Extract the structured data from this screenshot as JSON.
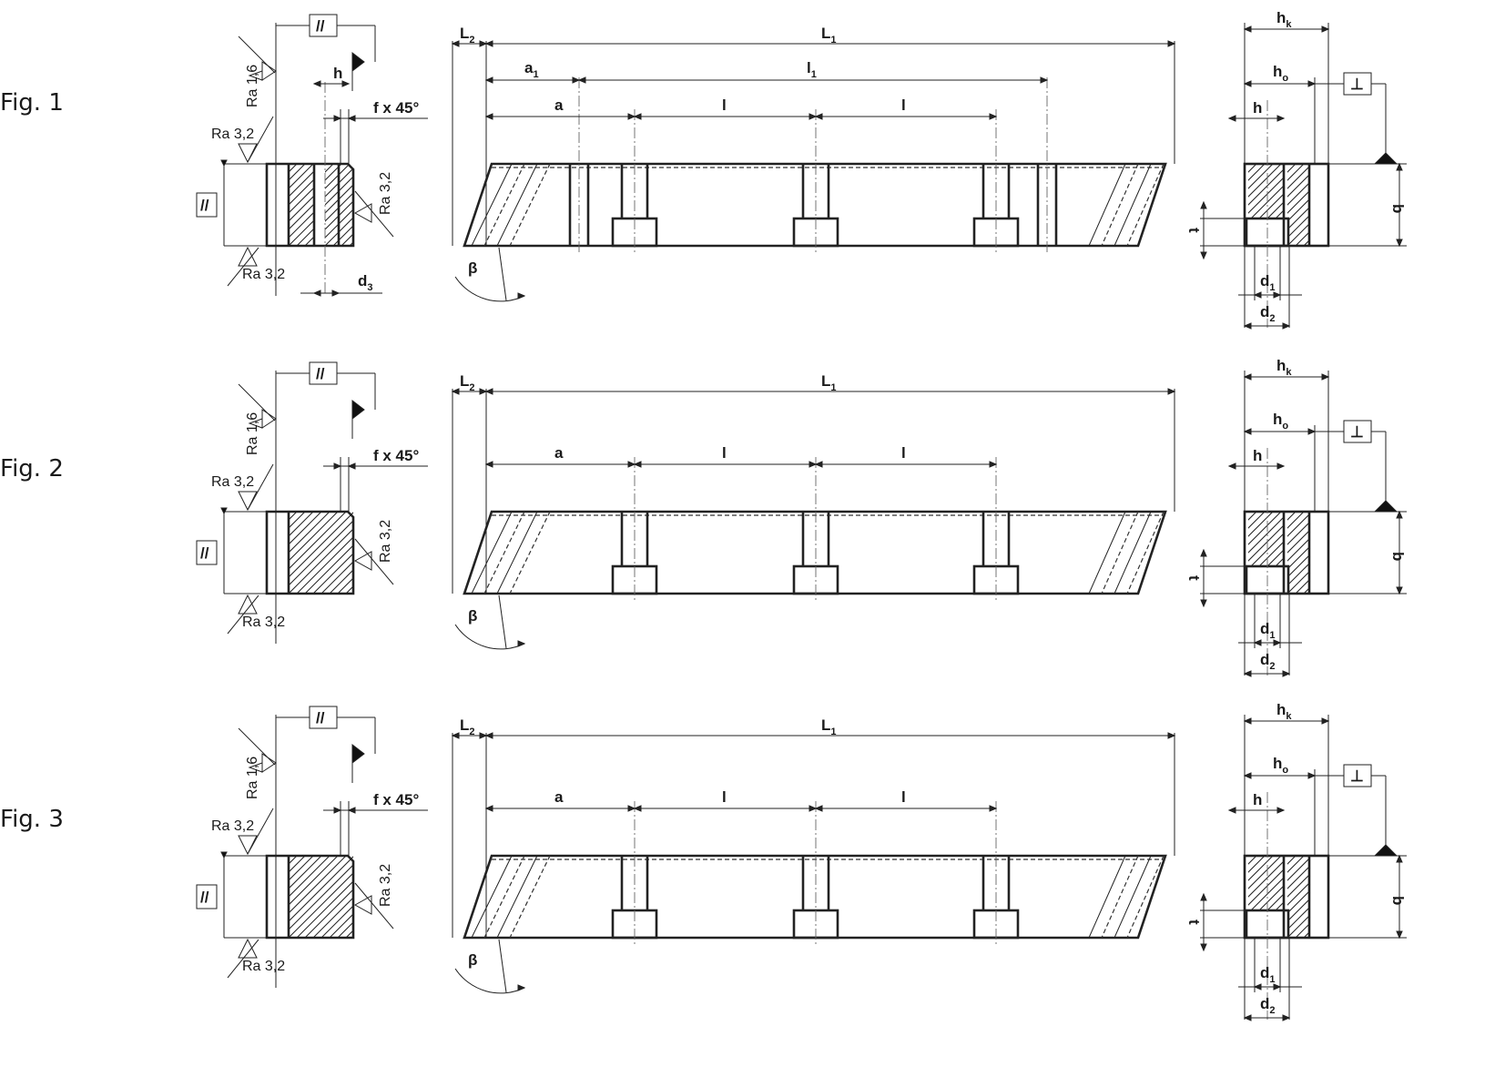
{
  "figures": [
    {
      "label": "Fig. 1",
      "has_a1": true,
      "has_d3": true
    },
    {
      "label": "Fig. 2",
      "has_a1": false,
      "has_d3": false
    },
    {
      "label": "Fig. 3",
      "has_a1": false,
      "has_d3": false
    }
  ],
  "symbols": {
    "parallelism": "//",
    "perpendicularity": "⊥"
  },
  "labels": {
    "ra16": "Ra 1,6",
    "ra32": "Ra 3,2",
    "chamfer": "f x 45°",
    "h": "h",
    "d": "d",
    "sub1": "1",
    "sub2": "2",
    "sub3": "3",
    "L": "L",
    "a": "a",
    "l": "l",
    "beta": "β",
    "hk_base": "h",
    "hk_sub": "k",
    "ho_base": "h",
    "ho_sub": "o",
    "t": "t",
    "b": "b"
  }
}
